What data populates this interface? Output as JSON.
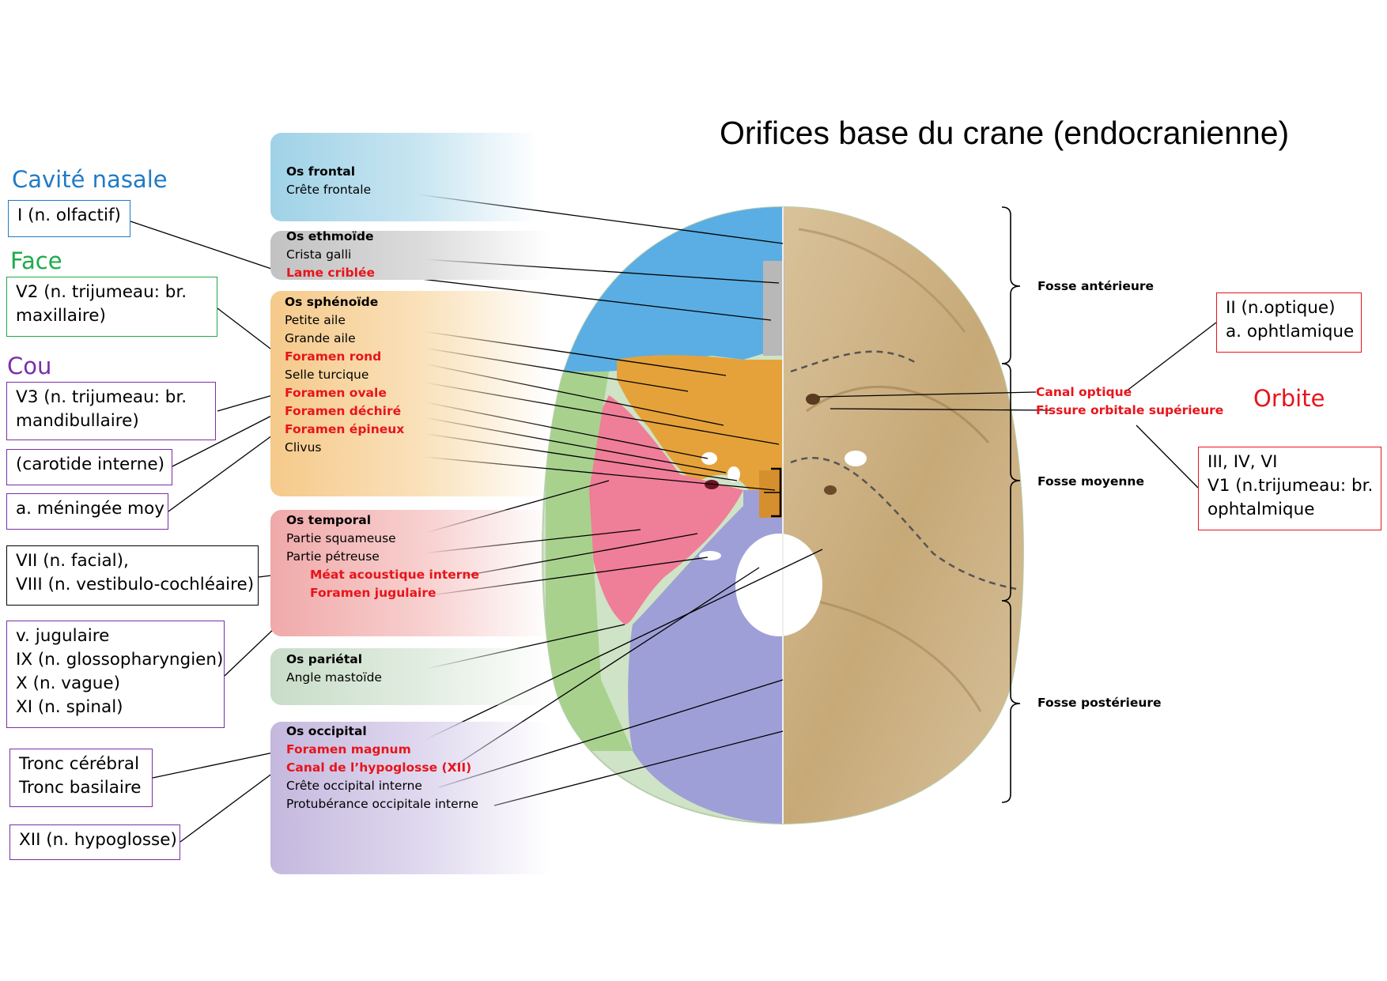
{
  "title": "Orifices base du crane (endocranienne)",
  "colors": {
    "cavite_nasale": "#1f7bc6",
    "face": "#1dab4a",
    "cou": "#7a2fa8",
    "orbite": "#e8141b",
    "highlight_label": "#e8141b"
  },
  "groups": {
    "cavite_nasale": "Cavité nasale",
    "face": "Face",
    "cou": "Cou",
    "orbite": "Orbite"
  },
  "boxes": {
    "olfactif": [
      "I (n. olfactif)"
    ],
    "maxillaire": [
      "V2 (n. trijumeau: br.",
      "maxillaire)"
    ],
    "mandibulaire": [
      "V3 (n. trijumeau: br.",
      "mandibullaire)"
    ],
    "carotide": [
      "(carotide interne)"
    ],
    "meningee": [
      "a. méningée moy"
    ],
    "facial": [
      "VII (n. facial),",
      "VIII (n. vestibulo-cochléaire)"
    ],
    "jugulaire": [
      "v. jugulaire",
      "IX (n. glossopharyngien)",
      "X (n. vague)",
      "XI (n. spinal)"
    ],
    "tronc": [
      "Tronc cérébral",
      "Tronc basilaire"
    ],
    "hypoglosse": [
      "XII (n. hypoglosse)"
    ],
    "optique": [
      "II (n.optique)",
      "a. ophtlamique"
    ],
    "orbitaire": [
      "III, IV, VI",
      "V1 (n.trijumeau: br.",
      "ophtalmique"
    ]
  },
  "panels": {
    "frontal": {
      "title": "Os frontal",
      "items": [
        "Crête frontale"
      ]
    },
    "ethmoide": {
      "title": "Os ethmoïde",
      "items": [
        "Crista galli",
        "Lame criblée"
      ]
    },
    "sphenoide": {
      "title": "Os sphénoïde",
      "items": [
        "Petite aile",
        "Grande aile",
        "Foramen rond",
        "Selle turcique",
        "Foramen ovale",
        "Foramen déchiré",
        "Foramen épineux",
        "Clivus"
      ]
    },
    "temporal": {
      "title": "Os temporal",
      "items": [
        "Partie squameuse",
        "Partie pétreuse",
        "Méat acoustique interne",
        "Foramen jugulaire"
      ]
    },
    "parietal": {
      "title": "Os pariétal",
      "items": [
        "Angle mastoïde"
      ]
    },
    "occipital": {
      "title": "Os occipital",
      "items": [
        "Foramen magnum",
        "Canal de l’hypoglosse (XII)",
        "Crête occipital interne",
        "Protubérance occipitale interne"
      ]
    }
  },
  "right_labels": {
    "canal_optique": "Canal optique",
    "fissure": "Fissure orbitale supérieure"
  },
  "fosses": {
    "anterieure": "Fosse antérieure",
    "moyenne": "Fosse moyenne",
    "posterieure": "Fosse postérieure"
  }
}
